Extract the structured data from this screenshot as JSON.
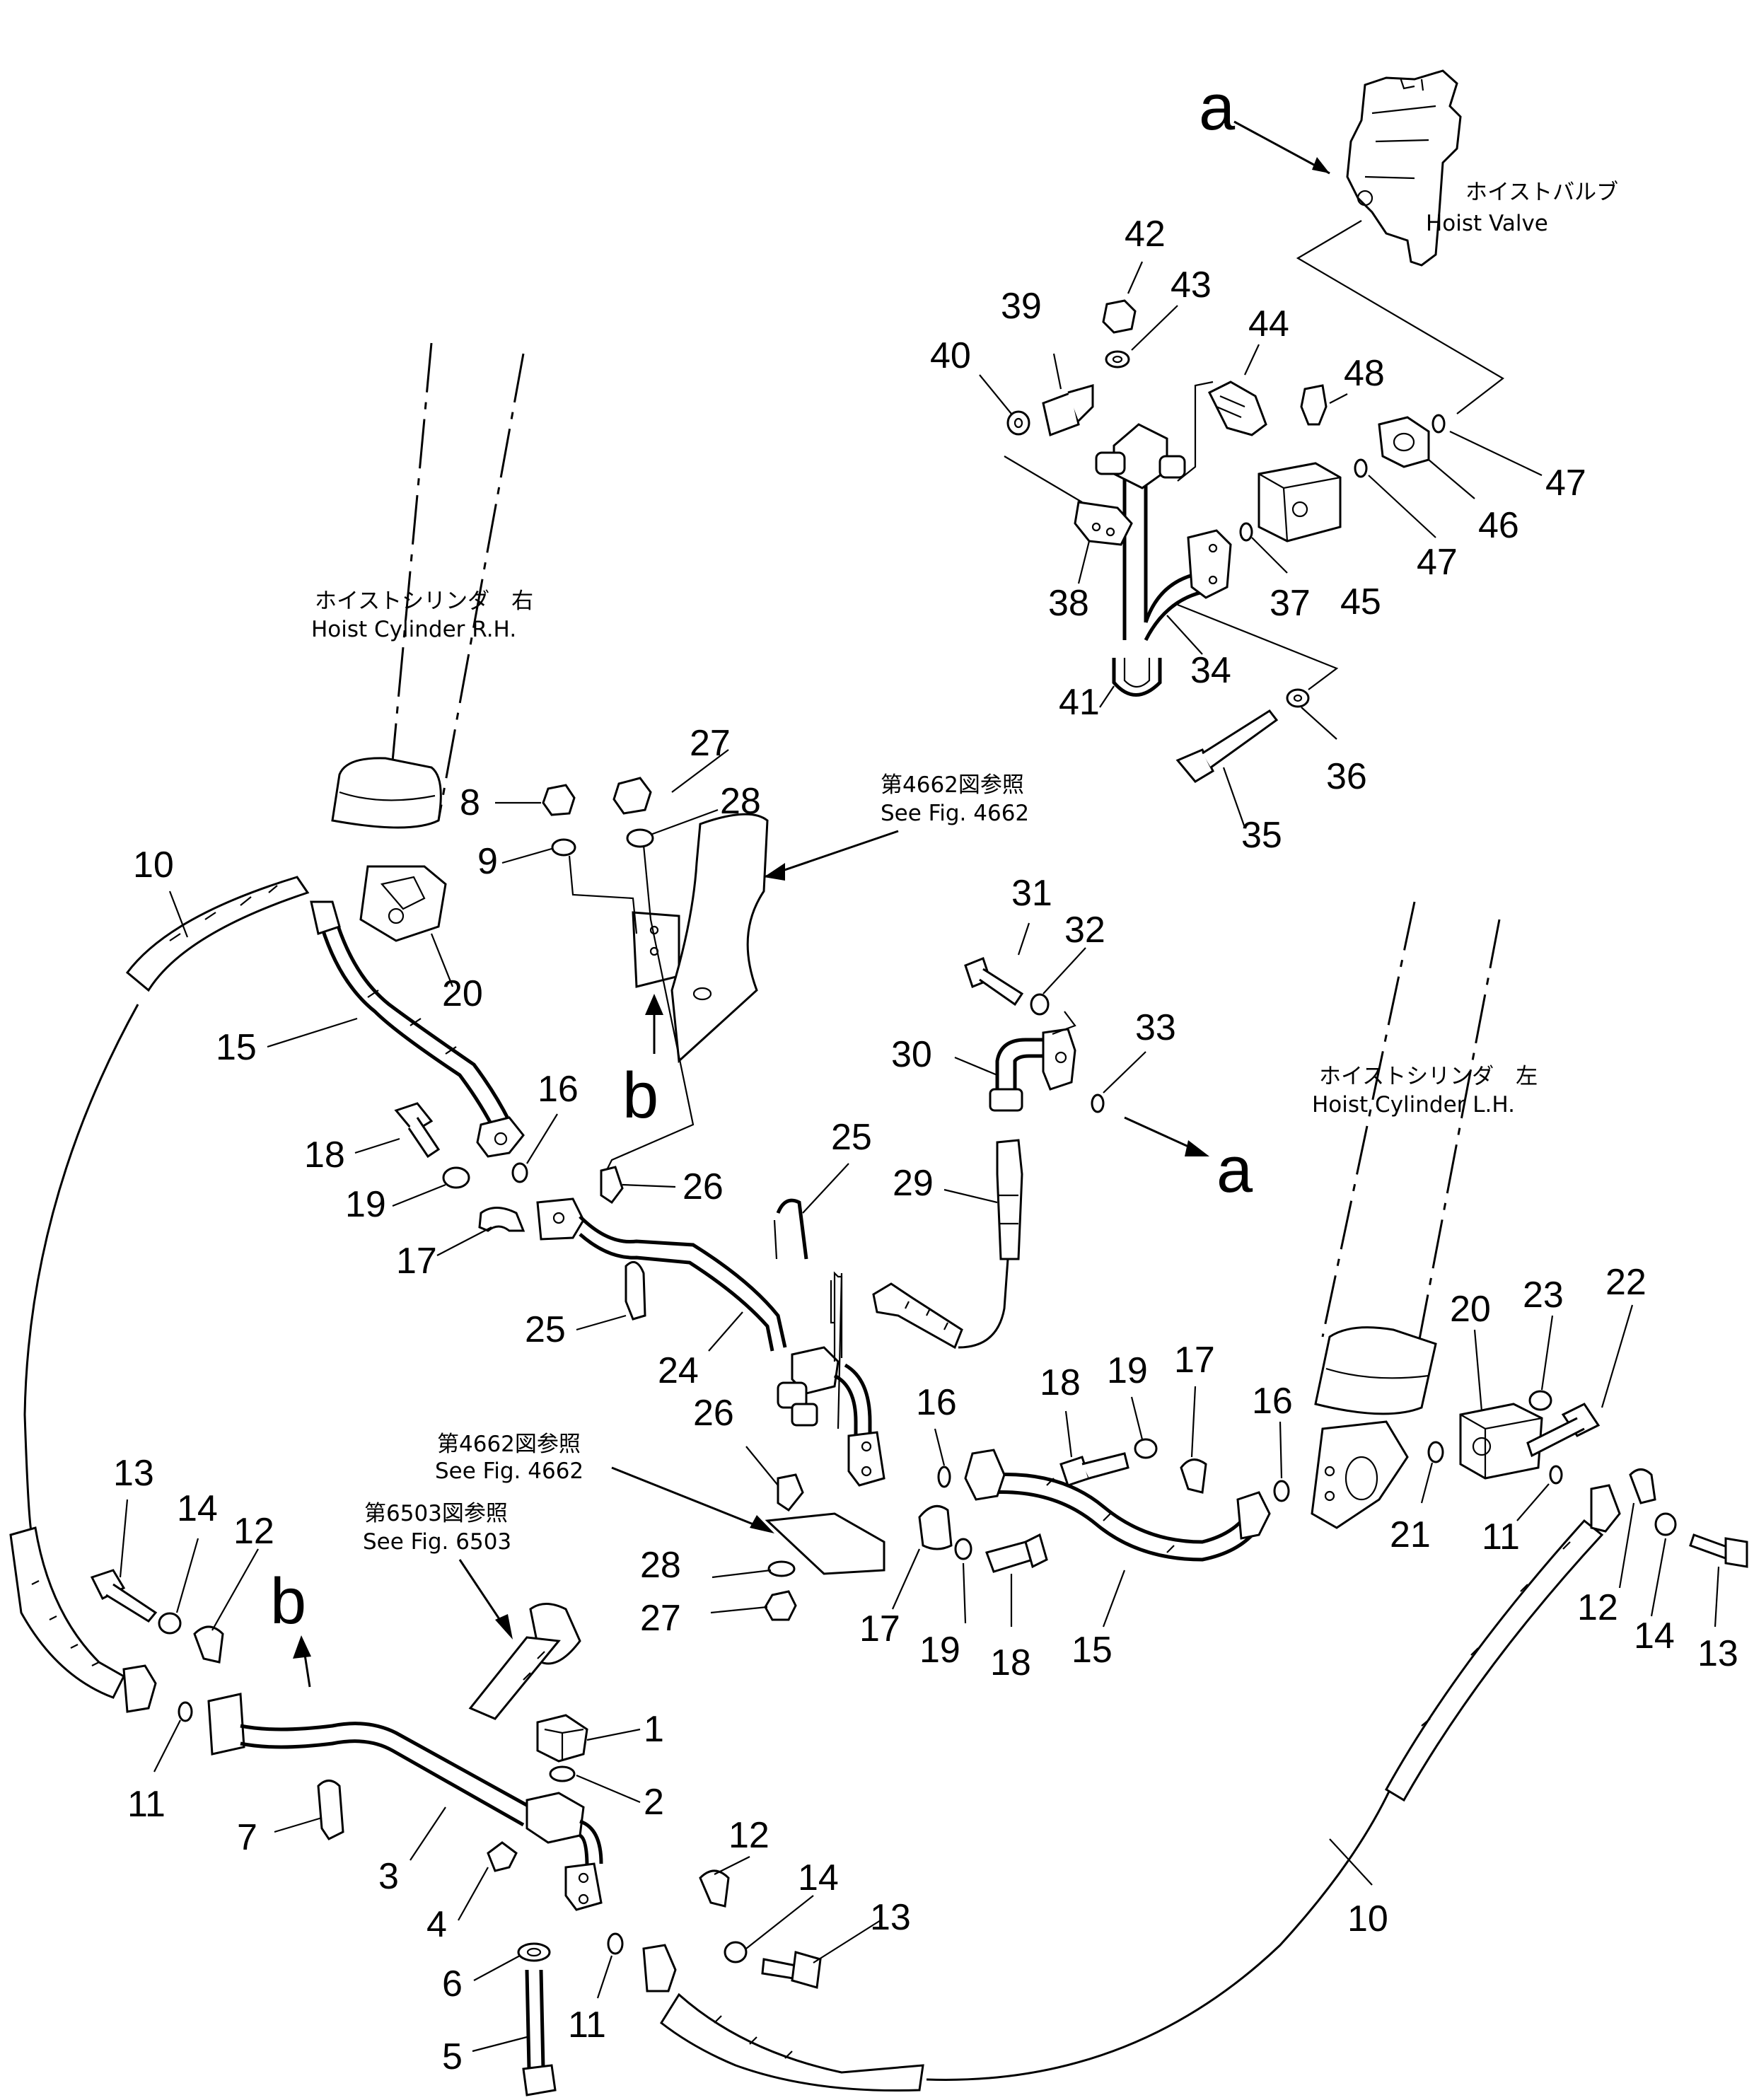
{
  "callouts": {
    "a_top": "a",
    "a_right": "a",
    "b_mid": "b",
    "b_left": "b"
  },
  "captions": {
    "hoist_valve_jp": "ホイストバルブ",
    "hoist_valve_en": "Hoist  Valve",
    "cyl_rh_jp": "ホイストシリンダ　右",
    "cyl_rh_en": "Hoist  Cylinder  R.H.",
    "cyl_lh_jp": "ホイストシリンダ　左",
    "cyl_lh_en": "Hoist  Cylinder  L.H.",
    "ref4662_upper_jp": "第4662図参照",
    "ref4662_upper_en": "See  Fig.  4662",
    "ref4662_lower_jp": "第4662図参照",
    "ref4662_lower_en": "See  Fig.  4662",
    "ref6503_jp": "第6503図参照",
    "ref6503_en": "See  Fig.  6503"
  },
  "part_numbers": {
    "p42": "42",
    "p43": "43",
    "p39": "39",
    "p40": "40",
    "p44": "44",
    "p48": "48",
    "p47a": "47",
    "p46": "46",
    "p47b": "47",
    "p38": "38",
    "p37": "37",
    "p45": "45",
    "p34": "34",
    "p41": "41",
    "p35": "35",
    "p36": "36",
    "p27a": "27",
    "p28a": "28",
    "p8": "8",
    "p9": "9",
    "p10a": "10",
    "p20a": "20",
    "p15a": "15",
    "p31": "31",
    "p32": "32",
    "p33": "33",
    "p30": "30",
    "p16a": "16",
    "p18a": "18",
    "p19a": "19",
    "p17a": "17",
    "p26a": "26",
    "p25a": "25",
    "p29": "29",
    "p25b": "25",
    "p24": "24",
    "p26b": "26",
    "p16b": "16",
    "p18b": "18",
    "p19b": "19",
    "p17b": "17",
    "p16c": "16",
    "p20b": "20",
    "p23": "23",
    "p22": "22",
    "p21": "21",
    "p11a": "11",
    "p28b": "28",
    "p27b": "27",
    "p17c": "17",
    "p19c": "19",
    "p18c": "18",
    "p15b": "15",
    "p12a": "12",
    "p14a": "14",
    "p13a": "13",
    "p13b": "13",
    "p14b": "14",
    "p12b": "12",
    "p11b": "11",
    "p1": "1",
    "p2": "2",
    "p7": "7",
    "p3": "3",
    "p4": "4",
    "p6": "6",
    "p5": "5",
    "p11c": "11",
    "p12c": "12",
    "p14c": "14",
    "p13c": "13",
    "p10b": "10"
  }
}
